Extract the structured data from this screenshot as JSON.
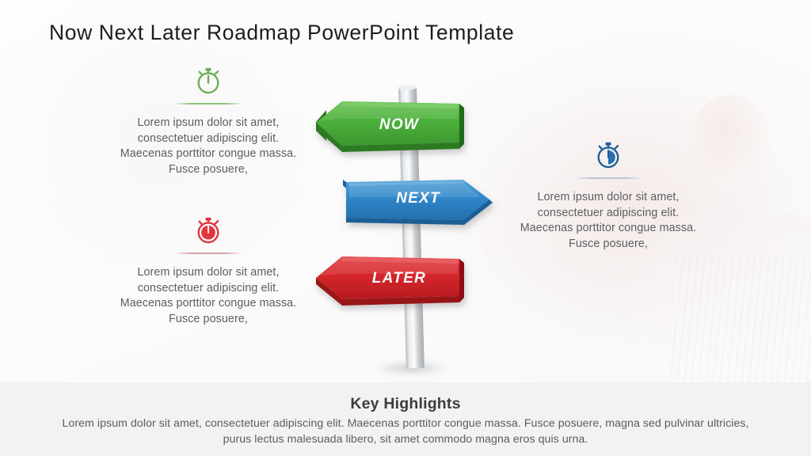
{
  "slide": {
    "title": "Now Next Later Roadmap PowerPoint Template",
    "background_color": "#fdfdfd"
  },
  "signpost": {
    "pole_color": "#c9cbcd",
    "signs": [
      {
        "id": "now",
        "label": "NOW",
        "direction": "left",
        "color": "#4caf3c",
        "color_dark": "#2f7a24",
        "color_light": "#6cc75a"
      },
      {
        "id": "next",
        "label": "NEXT",
        "direction": "right",
        "color": "#2f86c9",
        "color_dark": "#1b5f96",
        "color_light": "#55a3da"
      },
      {
        "id": "later",
        "label": "LATER",
        "direction": "left",
        "color": "#d8262b",
        "color_dark": "#9c1418",
        "color_light": "#e5464a"
      }
    ]
  },
  "blocks": [
    {
      "id": "now",
      "icon": "stopwatch-outline-icon",
      "icon_color": "#6fae55",
      "rule_color": "#8cbf76",
      "text": "Lorem ipsum dolor sit amet, consectetuer adipiscing elit. Maecenas porttitor congue massa. Fusce posuere,"
    },
    {
      "id": "later",
      "icon": "stopwatch-filled-icon",
      "icon_color": "#e0353b",
      "rule_color": "#dba3a3",
      "text": "Lorem ipsum dolor sit amet, consectetuer adipiscing elit. Maecenas porttitor congue massa. Fusce posuere,"
    },
    {
      "id": "next",
      "icon": "stopwatch-half-icon",
      "icon_color": "#1f5f99",
      "rule_color": "#b7c4d2",
      "text": "Lorem ipsum dolor sit amet, consectetuer adipiscing elit. Maecenas porttitor congue massa. Fusce posuere,"
    }
  ],
  "footer": {
    "heading": "Key Highlights",
    "body": "Lorem ipsum dolor sit amet, consectetuer adipiscing elit. Maecenas porttitor congue massa. Fusce posuere, magna sed pulvinar ultricies, purus lectus malesuada libero, sit amet commodo magna eros quis urna.",
    "background_color": "#f2f2f2"
  }
}
